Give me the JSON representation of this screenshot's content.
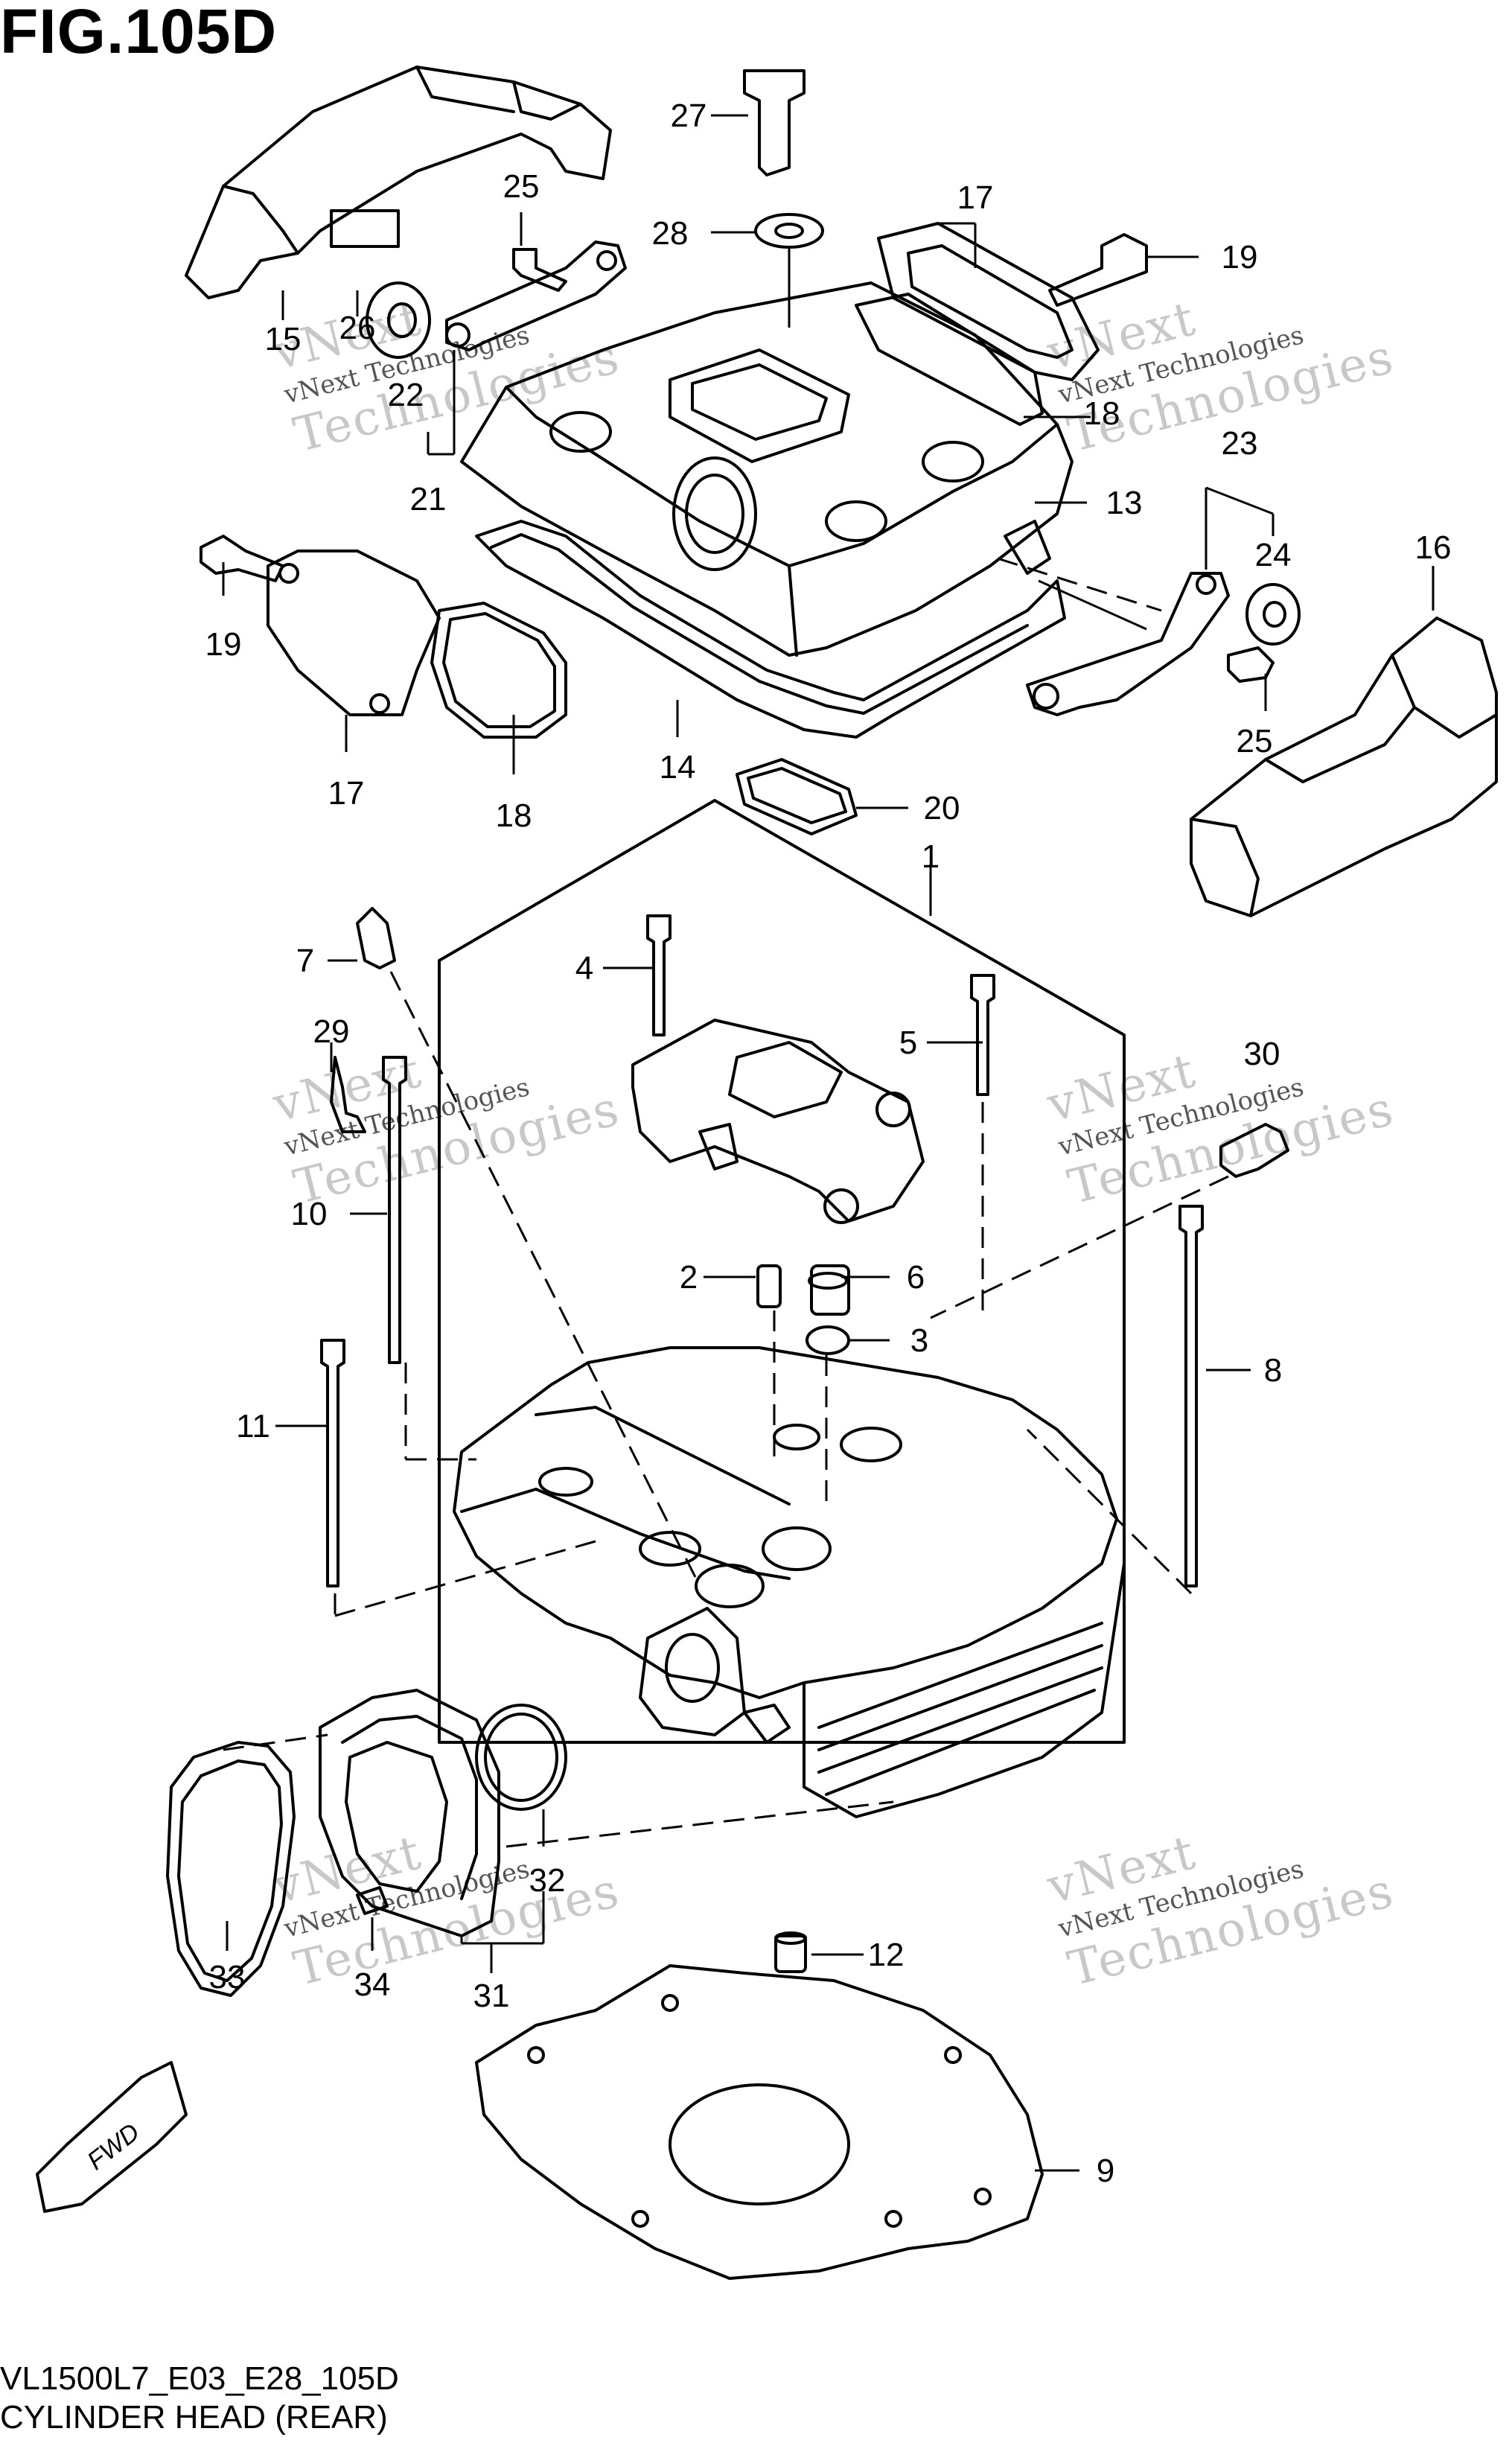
{
  "figure_title": "FIG.105D",
  "footer": {
    "code": "VL1500L7_E03_E28_105D",
    "name": "CYLINDER HEAD (REAR)"
  },
  "watermark": {
    "brand": "vNext Technologies"
  },
  "fwd_label": "FWD",
  "callouts": {
    "c1": "1",
    "c2": "2",
    "c3": "3",
    "c4": "4",
    "c5": "5",
    "c6": "6",
    "c7": "7",
    "c8": "8",
    "c9": "9",
    "c10": "10",
    "c11": "11",
    "c12": "12",
    "c13": "13",
    "c14": "14",
    "c15": "15",
    "c16": "16",
    "c17a": "17",
    "c17b": "17",
    "c18a": "18",
    "c18b": "18",
    "c19a": "19",
    "c19b": "19",
    "c20": "20",
    "c21": "21",
    "c22": "22",
    "c23": "23",
    "c24": "24",
    "c25a": "25",
    "c25b": "25",
    "c26": "26",
    "c27": "27",
    "c28": "28",
    "c29": "29",
    "c30": "30",
    "c31": "31",
    "c32": "32",
    "c33": "33",
    "c34": "34"
  }
}
